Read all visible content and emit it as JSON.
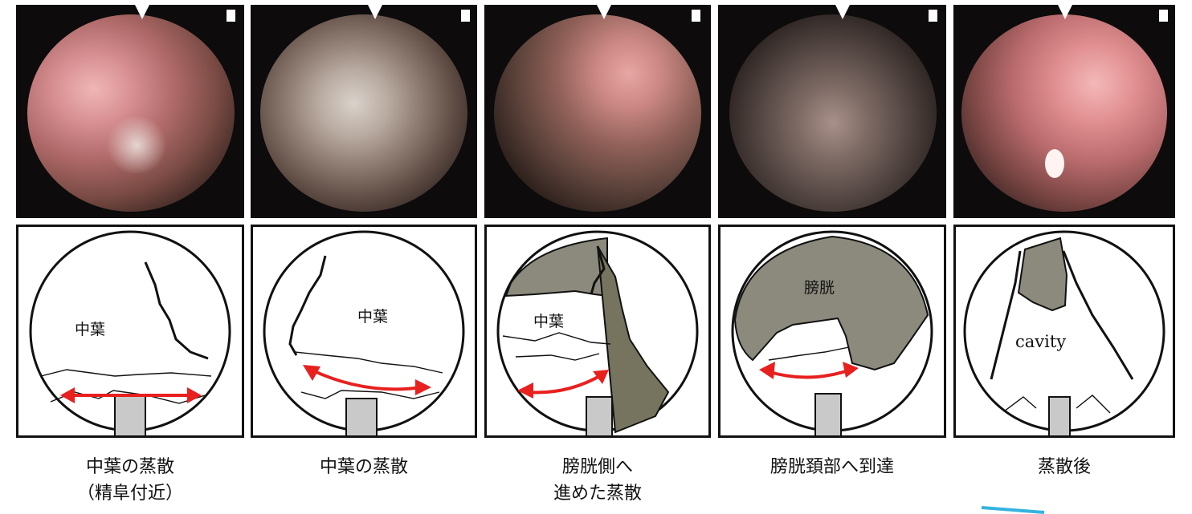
{
  "panels": [
    {
      "caption_lines": [
        "中葉の蒸散",
        "（精阜付近）"
      ],
      "sketch_labels": [
        "中葉"
      ]
    },
    {
      "caption_lines": [
        "中葉の蒸散"
      ],
      "sketch_labels": [
        "中葉"
      ]
    },
    {
      "caption_lines": [
        "膀胱側へ",
        "進めた蒸散"
      ],
      "sketch_labels": [
        "中葉"
      ]
    },
    {
      "caption_lines": [
        "膀胱頚部へ到達"
      ],
      "sketch_labels": [
        "膀胱"
      ]
    },
    {
      "caption_lines": [
        "蒸散後"
      ],
      "sketch_labels": [
        "cavity"
      ]
    }
  ],
  "colors": {
    "arrow": "#e8201e",
    "tissue_gray": "#8c8a7c",
    "tissue_gray_dark": "#76735f",
    "instrument": "#c9c9c9",
    "outline": "#111111",
    "accent_stroke": "#35b3e0"
  }
}
